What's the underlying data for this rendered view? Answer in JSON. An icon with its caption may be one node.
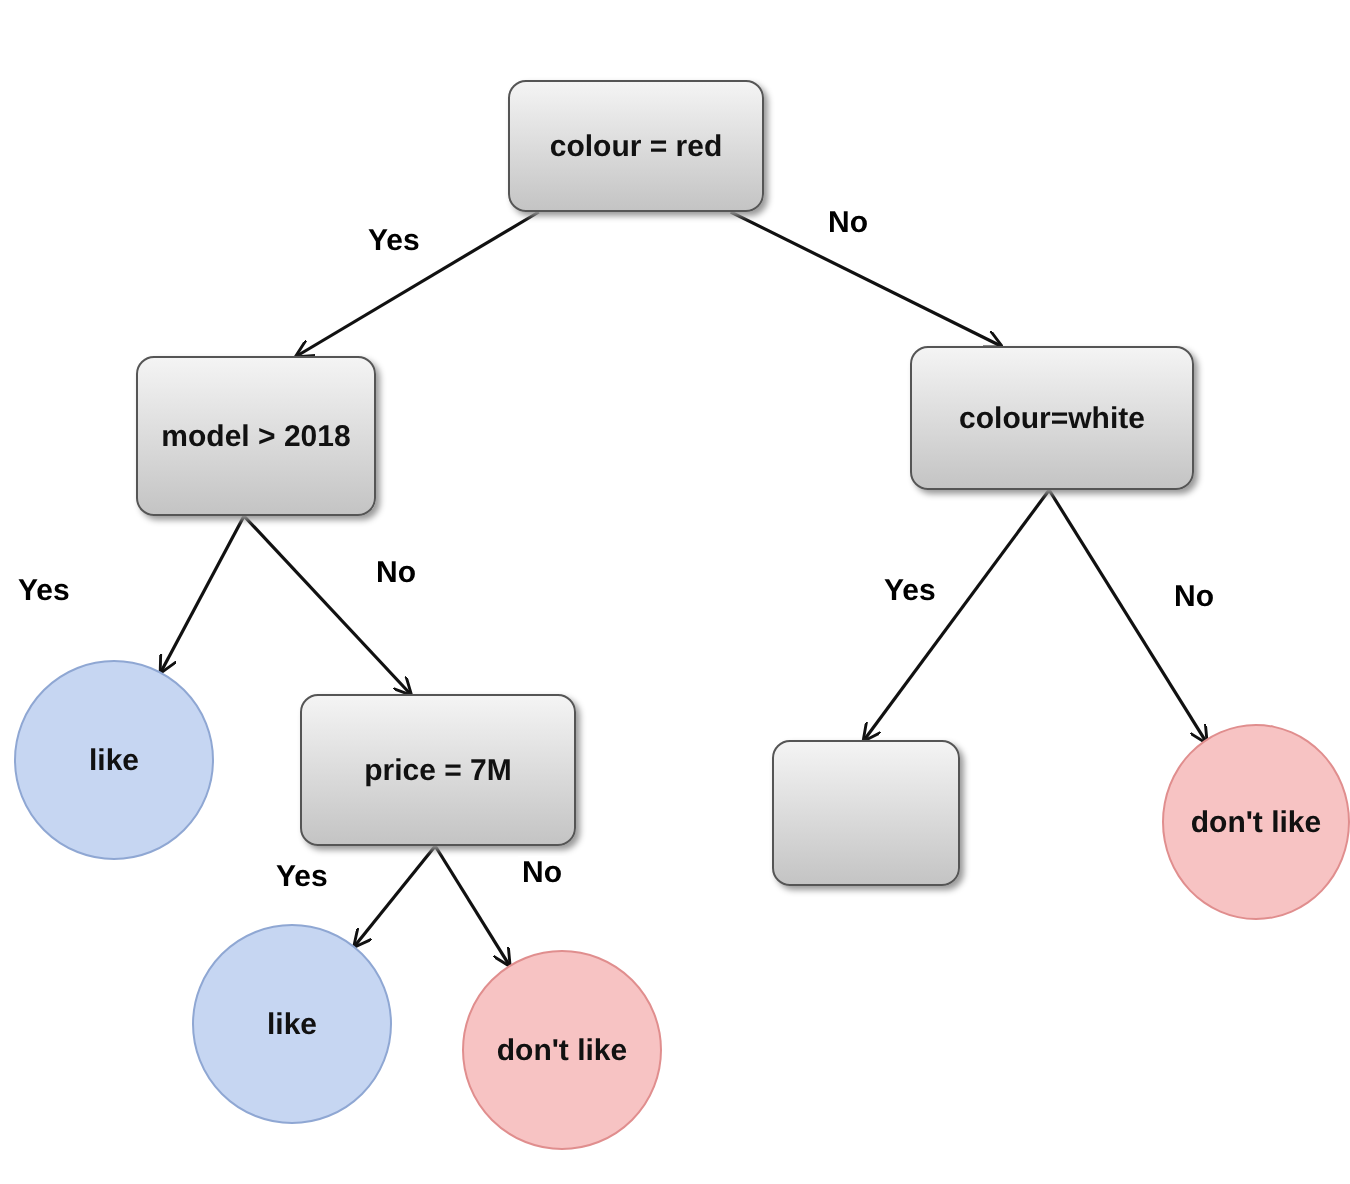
{
  "diagram": {
    "nodes": [
      {
        "text": [
          "colour = red"
        ]
      },
      {
        "text": [
          "model > 2018"
        ]
      },
      {
        "text": [
          "colour=white"
        ]
      },
      {
        "text": [
          "like"
        ]
      },
      {
        "text": [
          "price = 7M"
        ]
      },
      {
        "text": [],
        "shape": "box"
      },
      {
        "text": [
          "don't like"
        ]
      },
      {
        "text": [
          "like"
        ]
      },
      {
        "text": [
          "don't like"
        ]
      }
    ],
    "edges": [
      {
        "from": 0,
        "to": 1,
        "arrow": "to",
        "label": "Yes"
      },
      {
        "from": 0,
        "to": 2,
        "arrow": "to",
        "label": "No"
      },
      {
        "from": 1,
        "to": 3,
        "arrow": "to",
        "label": "Yes"
      },
      {
        "from": 1,
        "to": 4,
        "arrow": "to",
        "label": "No"
      },
      {
        "from": 2,
        "to": 5,
        "arrow": "to",
        "label": "Yes"
      },
      {
        "from": 2,
        "to": 6,
        "arrow": "to",
        "label": "No"
      },
      {
        "from": 4,
        "to": 7,
        "arrow": "to",
        "label": "Yes"
      },
      {
        "from": 4,
        "to": 8,
        "arrow": "to",
        "label": "No"
      }
    ]
  }
}
